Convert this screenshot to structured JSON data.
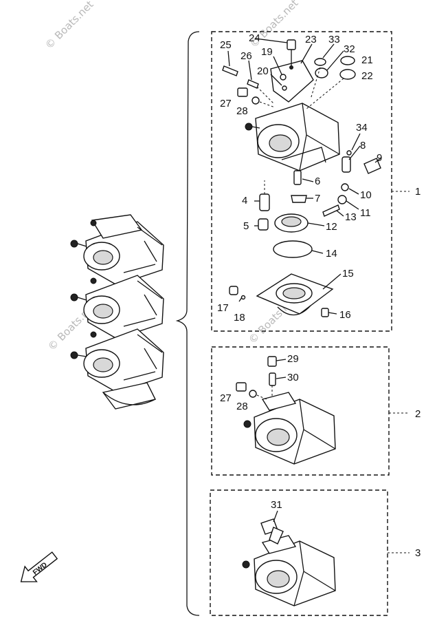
{
  "watermark": {
    "text": "© Boats.net"
  },
  "fwd_label": "FWD",
  "callouts": {
    "n1": "1",
    "n2": "2",
    "n3": "3",
    "n4": "4",
    "n5": "5",
    "n6": "6",
    "n7": "7",
    "n8": "8",
    "n9": "9",
    "n10": "10",
    "n11": "11",
    "n12": "12",
    "n13": "13",
    "n14": "14",
    "n15": "15",
    "n16": "16",
    "n17": "17",
    "n18": "18",
    "n19": "19",
    "n20": "20",
    "n21": "21",
    "n22": "22",
    "n23": "23",
    "n24": "24",
    "n25": "25",
    "n26": "26",
    "n27": "27",
    "n28": "28",
    "n29": "29",
    "n30": "30",
    "n31": "31",
    "n32": "32",
    "n33": "33",
    "n34": "34",
    "n27b": "27",
    "n28b": "28"
  },
  "icons": {
    "fwd": "fwd-arrow-icon"
  },
  "colors": {
    "line": "#111111",
    "watermark": "#b9b9b9",
    "background": "#ffffff"
  }
}
